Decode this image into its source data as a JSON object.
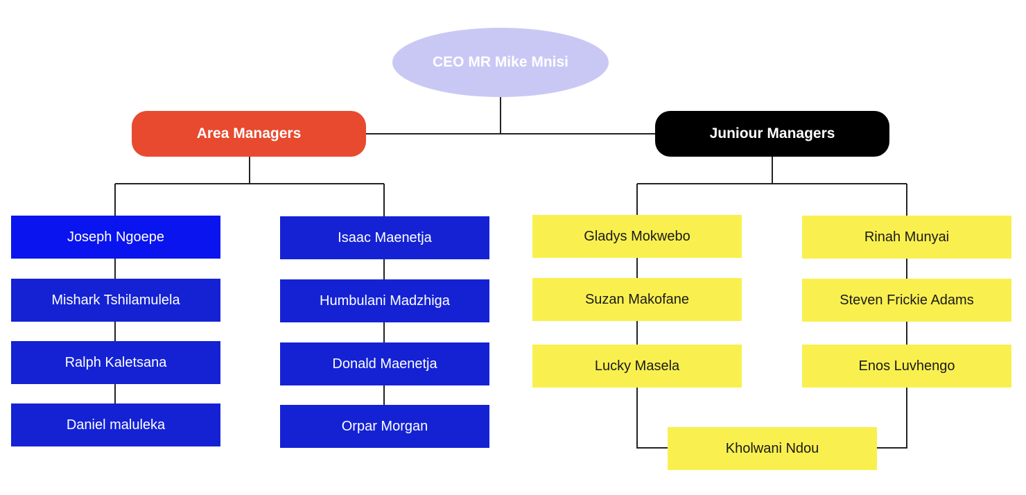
{
  "ceo": {
    "label": "CEO MR Mike Mnisi",
    "color": "#c9c8f5",
    "text_color": "#ffffff"
  },
  "area_managers": {
    "label": "Area Managers",
    "color": "#e84a2f",
    "text_color": "#ffffff",
    "column_left": [
      "Joseph Ngoepe",
      "Mishark Tshilamulela",
      "Ralph Kaletsana",
      "Daniel maluleka"
    ],
    "column_right": [
      "Isaac Maenetja",
      "Humbulani Madzhiga",
      "Donald Maenetja",
      "Orpar Morgan"
    ],
    "member_color": "#1422d4",
    "member_color_first": "#0a14ee"
  },
  "junior_managers": {
    "label": "Juniour Managers",
    "color": "#000000",
    "text_color": "#ffffff",
    "column_left": [
      "Gladys Mokwebo",
      "Suzan Makofane",
      "Lucky Masela"
    ],
    "column_right": [
      "Rinah Munyai",
      "Steven Frickie Adams",
      "Enos Luvhengo"
    ],
    "bottom": "Kholwani Ndou",
    "member_color": "#f9f04f"
  },
  "line_color": "#222222"
}
